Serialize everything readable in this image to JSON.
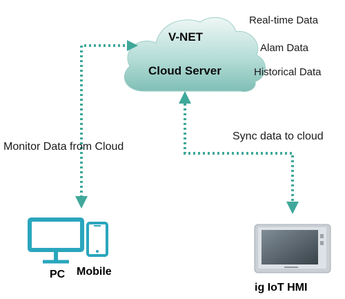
{
  "cloud": {
    "title": "V-NET",
    "subtitle": "Cloud Server",
    "data_types": [
      "Real-time Data",
      "Alam Data",
      "Historical Data"
    ]
  },
  "links": {
    "monitor": "Monitor Data from Cloud",
    "sync": "Sync data to cloud"
  },
  "devices": {
    "pc": "PC",
    "mobile": "Mobile",
    "hmi": "ig IoT HMI"
  },
  "colors": {
    "cloud_light": "#eaf5f3",
    "cloud_dark": "#7fbfb6",
    "connector": "#3fa89a",
    "device": "#2aa6bd"
  }
}
